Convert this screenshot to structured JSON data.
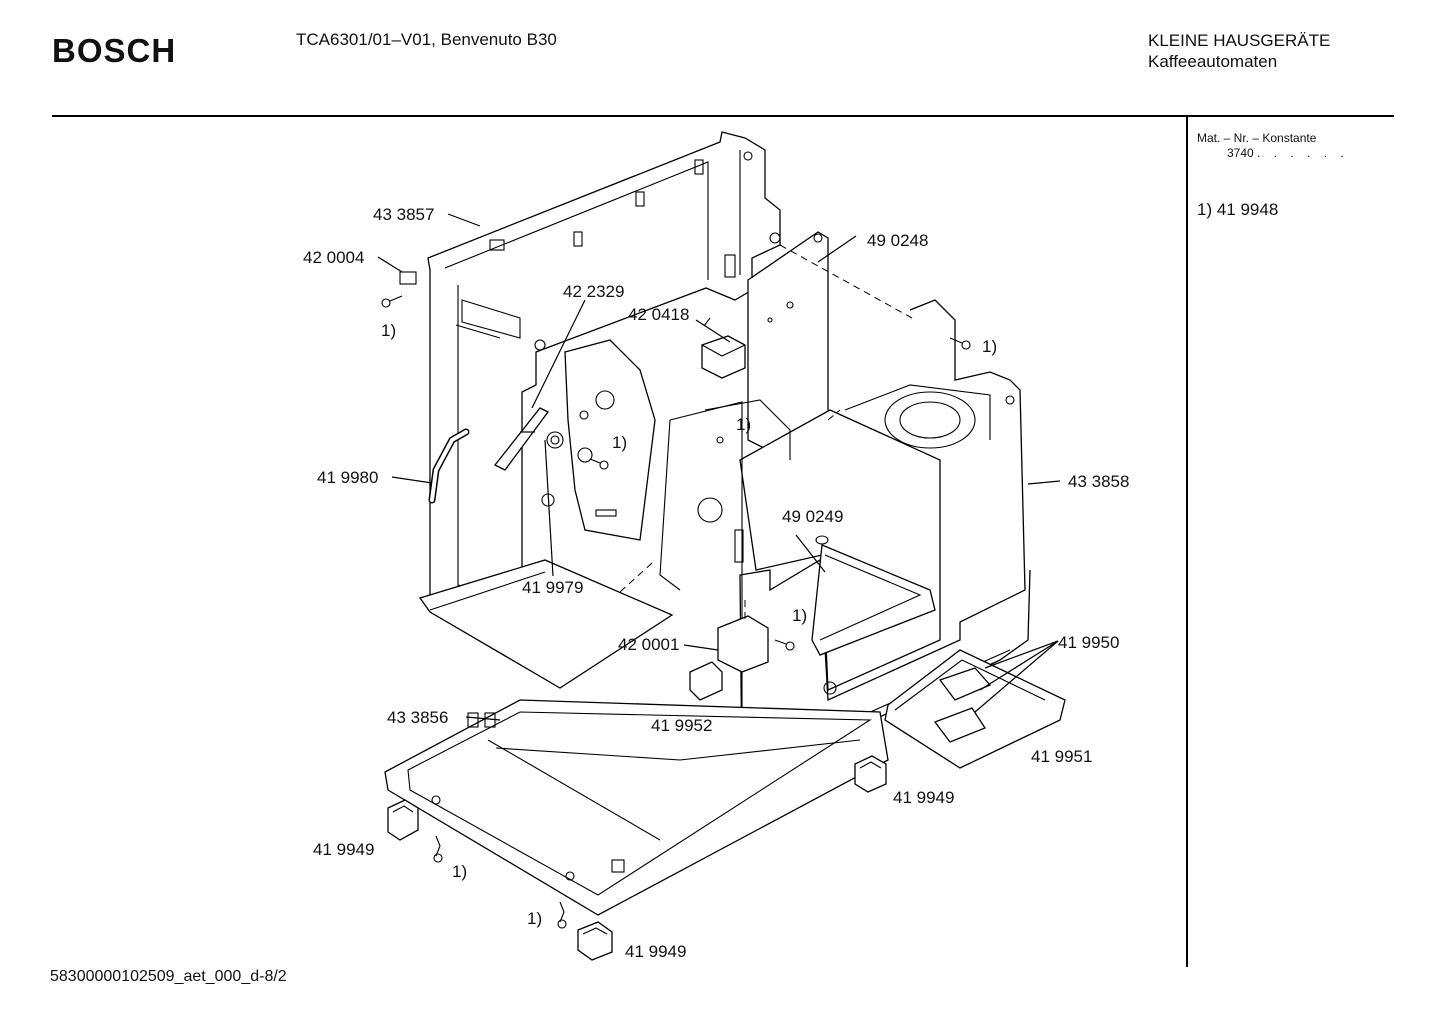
{
  "header": {
    "brand": "BOSCH",
    "model": "TCA6301/01–V01, Benvenuto B30",
    "category_line1": "KLEINE HAUSGERÄTE",
    "category_line2": "Kaffeeautomaten"
  },
  "side_panel": {
    "mat_label": "Mat. – Nr. – Konstante",
    "mat_value": "3740",
    "mat_dots": ". . . . . .",
    "note": "1) 41 9948"
  },
  "footer": {
    "doc_id": "58300000102509_aet_000_d-8/2"
  },
  "parts": [
    {
      "id": "p1",
      "label": "43 3857"
    },
    {
      "id": "p2",
      "label": "42 0004"
    },
    {
      "id": "p3",
      "label": "42 2329"
    },
    {
      "id": "p4",
      "label": "42 0418"
    },
    {
      "id": "p5",
      "label": "49 0248"
    },
    {
      "id": "p6",
      "label": "41 9980"
    },
    {
      "id": "p7",
      "label": "43 3858"
    },
    {
      "id": "p8",
      "label": "49 0249"
    },
    {
      "id": "p9",
      "label": "41 9979"
    },
    {
      "id": "p10",
      "label": "42 0001"
    },
    {
      "id": "p11",
      "label": "41 9950"
    },
    {
      "id": "p12",
      "label": "41 9952"
    },
    {
      "id": "p13",
      "label": "43 3856"
    },
    {
      "id": "p14",
      "label": "41 9951"
    },
    {
      "id": "p15",
      "label": "41 9949"
    },
    {
      "id": "p16",
      "label": "41 9949"
    },
    {
      "id": "p17",
      "label": "41 9949"
    }
  ],
  "footnote_marks": [
    {
      "id": "f1",
      "label": "1)"
    },
    {
      "id": "f2",
      "label": "1)"
    },
    {
      "id": "f3",
      "label": "1)"
    },
    {
      "id": "f4",
      "label": "1)"
    },
    {
      "id": "f5",
      "label": "1)"
    },
    {
      "id": "f6",
      "label": "1)"
    },
    {
      "id": "f7",
      "label": "1)"
    }
  ]
}
